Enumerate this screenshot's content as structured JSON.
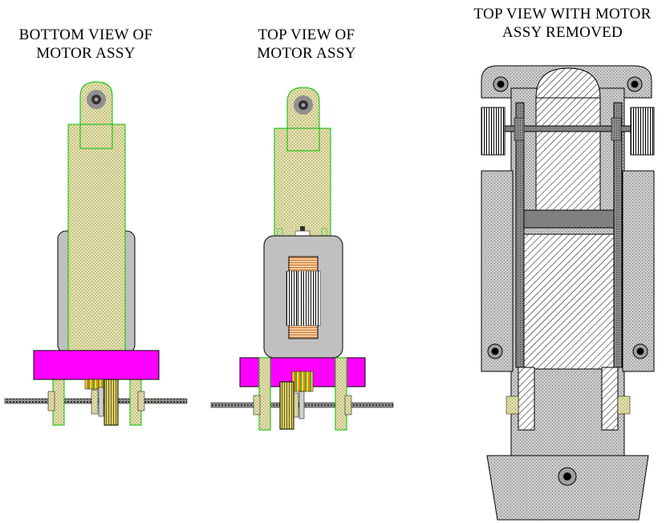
{
  "views": [
    {
      "id": "bottom",
      "line1": "BOTTOM VIEW OF",
      "line2": "MOTOR ASSY"
    },
    {
      "id": "top",
      "line1": "TOP VIEW OF",
      "line2": "MOTOR ASSY"
    },
    {
      "id": "removed",
      "line1": "TOP VIEW WITH MOTOR",
      "line2": "ASSY REMOVED"
    }
  ],
  "colors": {
    "khaki": "#d8d4a0",
    "grey": "#c0c0c0",
    "darkGrey": "#808080",
    "magenta": "#ff00ff",
    "orange": "#f9c080",
    "green": "#00d000",
    "black": "#000000"
  }
}
